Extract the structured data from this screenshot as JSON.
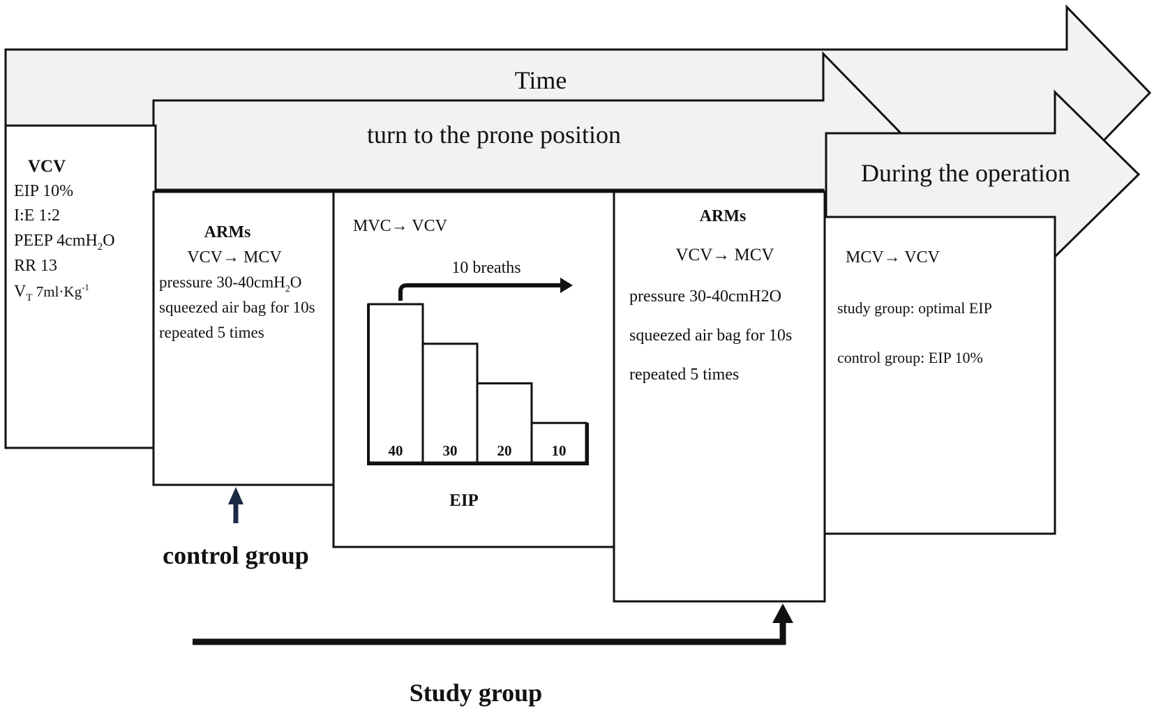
{
  "arrows": {
    "time": "Time",
    "prone": "turn to the prone position",
    "operation": "During the operation"
  },
  "box_vcv": {
    "title": "VCV",
    "lines": [
      "EIP 10%",
      "I:E 1:2"
    ],
    "peep": {
      "pre": "PEEP 4cmH",
      "sub": "2",
      "post": "O"
    },
    "rr": "RR 13",
    "vt": {
      "pre": "V",
      "sub": "T",
      "post": " 7ml·Kg",
      "sup": "-1"
    }
  },
  "box_arms1": {
    "title": "ARMs",
    "mode": "VCV→ MCV",
    "pressure": {
      "pre": "pressure 30-40cmH",
      "sub": "2",
      "post": "O"
    },
    "squeeze": "squeezed air bag for 10s",
    "repeat": "repeated 5 times"
  },
  "box_titration": {
    "mode": "MVC→  VCV",
    "breaths": "10 breaths",
    "xlabel": "EIP"
  },
  "chart_data": {
    "type": "bar",
    "categories": [
      "40",
      "30",
      "20",
      "10"
    ],
    "values": [
      40,
      30,
      20,
      10
    ],
    "xlabel": "EIP",
    "annotation": "10 breaths"
  },
  "box_arms2": {
    "title": "ARMs",
    "mode": "VCV→  MCV",
    "pressure": "pressure 30-40cmH2O",
    "squeeze": "squeezed air bag for 10s",
    "repeat": "repeated 5 times"
  },
  "box_operation": {
    "mode": "MCV→ VCV",
    "study": "study group: optimal EIP",
    "control": "control group: EIP 10%"
  },
  "labels": {
    "control_group": "control group",
    "study_group": "Study group"
  },
  "colors": {
    "arrow_fill": "#f2f2f2",
    "line": "#111111",
    "control_arrow": "#1c2a44"
  }
}
